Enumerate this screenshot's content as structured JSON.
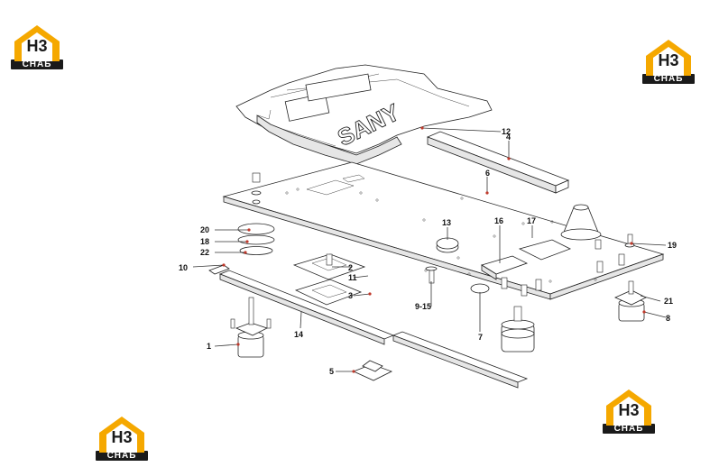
{
  "brand": {
    "logos": [
      {
        "id": "top-left",
        "monogram": "H3",
        "caption": "СНАБ"
      },
      {
        "id": "top-right",
        "monogram": "H3",
        "caption": "СНАБ"
      },
      {
        "id": "bottom-left",
        "monogram": "H3",
        "caption": "СНАБ"
      },
      {
        "id": "bottom-right",
        "monogram": "H3",
        "caption": "СНАБ"
      }
    ],
    "logo_color": "#f5a800",
    "callout_dot_color": "#c0392b"
  },
  "diagram": {
    "plate_emboss": "SANY",
    "parts": [
      {
        "label": "1"
      },
      {
        "label": "2"
      },
      {
        "label": "3"
      },
      {
        "label": "4"
      },
      {
        "label": "5"
      },
      {
        "label": "6"
      },
      {
        "label": "7"
      },
      {
        "label": "8"
      },
      {
        "label": "9-15"
      },
      {
        "label": "10"
      },
      {
        "label": "11"
      },
      {
        "label": "12"
      },
      {
        "label": "13"
      },
      {
        "label": "14"
      },
      {
        "label": "16"
      },
      {
        "label": "17"
      },
      {
        "label": "18"
      },
      {
        "label": "19"
      },
      {
        "label": "20"
      },
      {
        "label": "21"
      },
      {
        "label": "22"
      }
    ]
  }
}
